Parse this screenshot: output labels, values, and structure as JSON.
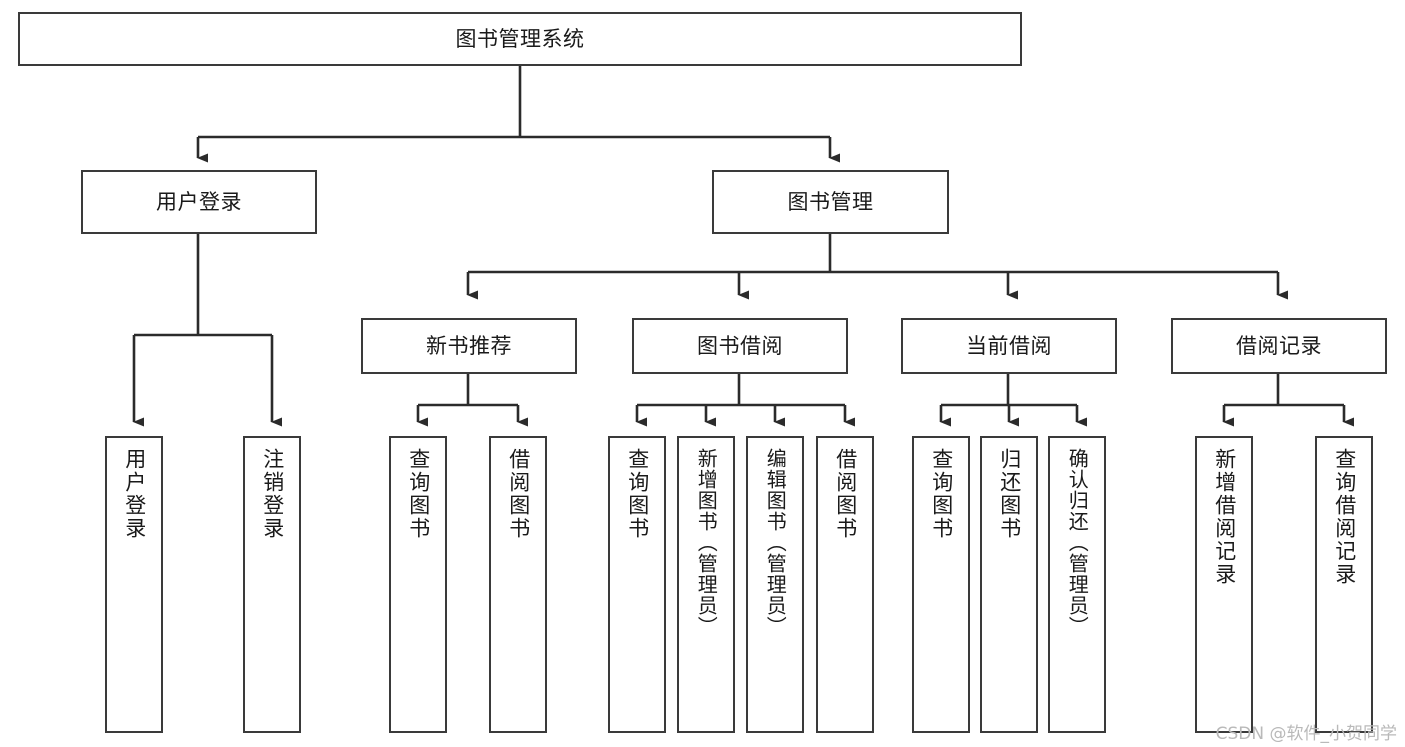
{
  "diagram": {
    "title": "图书管理系统",
    "type": "tree-hierarchy",
    "root": {
      "label": "图书管理系统"
    },
    "level2": [
      {
        "label": "用户登录"
      },
      {
        "label": "图书管理"
      }
    ],
    "level3": [
      {
        "label": "新书推荐"
      },
      {
        "label": "图书借阅"
      },
      {
        "label": "当前借阅"
      },
      {
        "label": "借阅记录"
      }
    ],
    "leaves": {
      "user_login": [
        {
          "label": "用户登录"
        },
        {
          "label": "注销登录"
        }
      ],
      "new_book_recommend": [
        {
          "label": "查询图书"
        },
        {
          "label": "借阅图书"
        }
      ],
      "book_borrow": [
        {
          "label": "查询图书"
        },
        {
          "label": "新增图书（管理员）"
        },
        {
          "label": "编辑图书（管理员）"
        },
        {
          "label": "借阅图书"
        }
      ],
      "current_borrow": [
        {
          "label": "查询图书"
        },
        {
          "label": "归还图书"
        },
        {
          "label": "确认归还（管理员）"
        }
      ],
      "borrow_record": [
        {
          "label": "新增借阅记录"
        },
        {
          "label": "查询借阅记录"
        }
      ]
    }
  },
  "watermark": {
    "text": "CSDN @软件_小贺同学"
  },
  "colors": {
    "box_border": "#3a3a3a",
    "box_fill": "#ffffff",
    "edge": "#2b2b2b",
    "text": "#1a1a1a",
    "watermark": "#b9b9b9",
    "background": "#ffffff"
  }
}
